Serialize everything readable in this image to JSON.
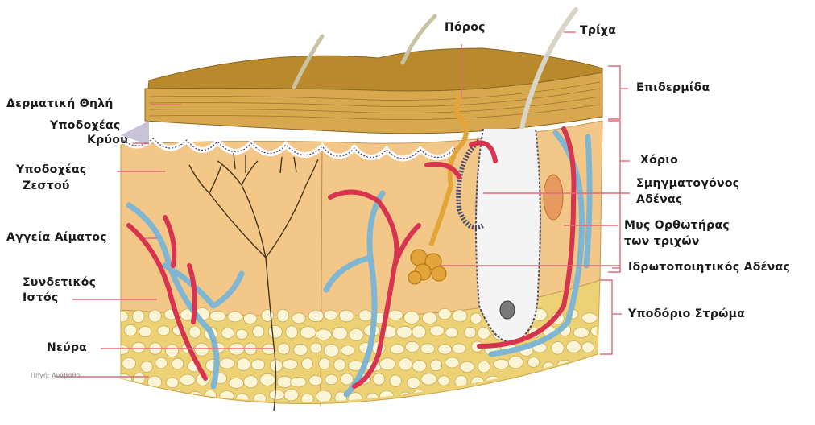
{
  "labels": {
    "pore": "Πόρος",
    "hair": "Τρίχα",
    "epidermis": "Επιδερμίδα",
    "dermis": "Χόριο",
    "sebaceous_l1": "Σμηγματογόνος",
    "sebaceous_l2": "Αδένας",
    "arrector_l1": "Μυς Ορθωτήρας",
    "arrector_l2": "των τριχών",
    "sweat_gland": "Ιδρωτοποιητικός Αδένας",
    "subcutaneous": "Υποδόριο Στρώμα",
    "papilla": "Δερματική Θηλή",
    "cold_l1": "Υποδοχέας",
    "cold_l2": "Κρύου",
    "heat_l1": "Υποδοχέας",
    "heat_l2": "Ζεστού",
    "vessels": "Αγγεία Αίματος",
    "connective_l1": "Συνδετικός",
    "connective_l2": "Ιστός",
    "nerve": "Νεύρα"
  },
  "source_note": "Πηγή: Ανάβαθο",
  "colors": {
    "epidermis": "#b8862a",
    "dermis": "#f2c787",
    "fat_bg": "#efd27a",
    "fat_cell": "#fbf5d6",
    "artery": "#d8344f",
    "vein": "#7fb6d3",
    "leader": "#e06a7a"
  }
}
